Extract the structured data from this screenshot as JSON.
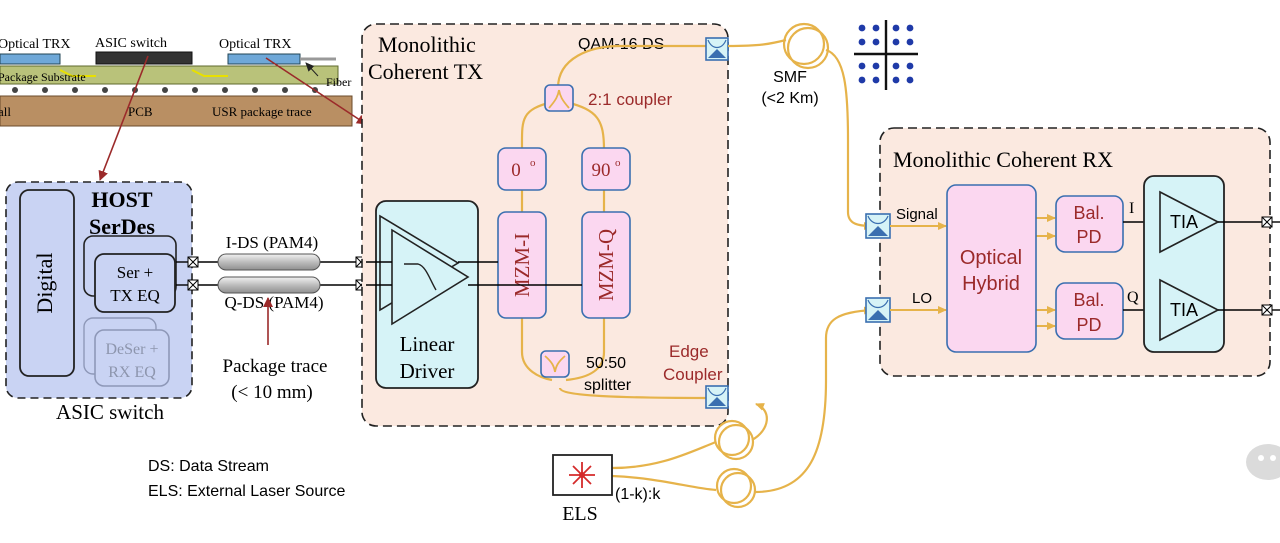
{
  "top_strip": {
    "optical_trx_left": "Optical TRX",
    "asic_switch": "ASIC switch",
    "optical_trx_right": "Optical TRX",
    "package_substrate": "Package Substrate",
    "fiber": "Fiber",
    "ball": "all",
    "pcb": "PCB",
    "usr_package_trace": "USR package trace"
  },
  "host": {
    "title_line1": "HOST",
    "title_line2": "SerDes",
    "digital": "Digital",
    "ser_line1": "Ser +",
    "ser_line2": "TX EQ",
    "deser_line1": "DeSer +",
    "deser_line2": "RX EQ",
    "caption": "ASIC switch"
  },
  "traces": {
    "i_ds": "I-DS (PAM4)",
    "q_ds": "Q-DS (PAM4)",
    "package_trace_line1": "Package trace",
    "package_trace_line2": "(< 10 mm)"
  },
  "tx": {
    "title_line1": "Monolithic",
    "title_line2": "Coherent TX",
    "qam_label": "QAM-16 DS",
    "coupler_21": "2:1 coupler",
    "phase_0": "0",
    "phase_90": "90",
    "degree": "o",
    "mzm_i": "MZM-I",
    "mzm_q": "MZM-Q",
    "driver_line1": "Linear",
    "driver_line2": "Driver",
    "splitter_line1": "50:50",
    "splitter_line2": "splitter",
    "edge_line1": "Edge",
    "edge_line2": "Coupler"
  },
  "link": {
    "smf_line1": "SMF",
    "smf_line2": "(<2 Km)"
  },
  "rx": {
    "title": "Monolithic Coherent RX",
    "signal": "Signal",
    "lo": "LO",
    "hybrid_line1": "Optical",
    "hybrid_line2": "Hybrid",
    "balpd_line1": "Bal.",
    "balpd_line2": "PD",
    "i_label": "I",
    "q_label": "Q",
    "tia": "TIA"
  },
  "els": {
    "label": "ELS",
    "ratio": "(1-k):k"
  },
  "legend": {
    "ds": "DS: Data Stream",
    "els": "ELS: External Laser Source"
  },
  "colors": {
    "host_fill": "#c9d3f3",
    "tx_fill": "#fbe9e0",
    "rx_fill": "#fbe9e0",
    "component_fill": "#fbd7f0",
    "component_stroke": "#3a6fb0",
    "cyan_fill": "#d6f3f7",
    "fiber": "#e6b34a",
    "label_red": "#9b2a2a",
    "constellation": "#1f3aa8",
    "arrow_red": "#9b2a2a"
  }
}
